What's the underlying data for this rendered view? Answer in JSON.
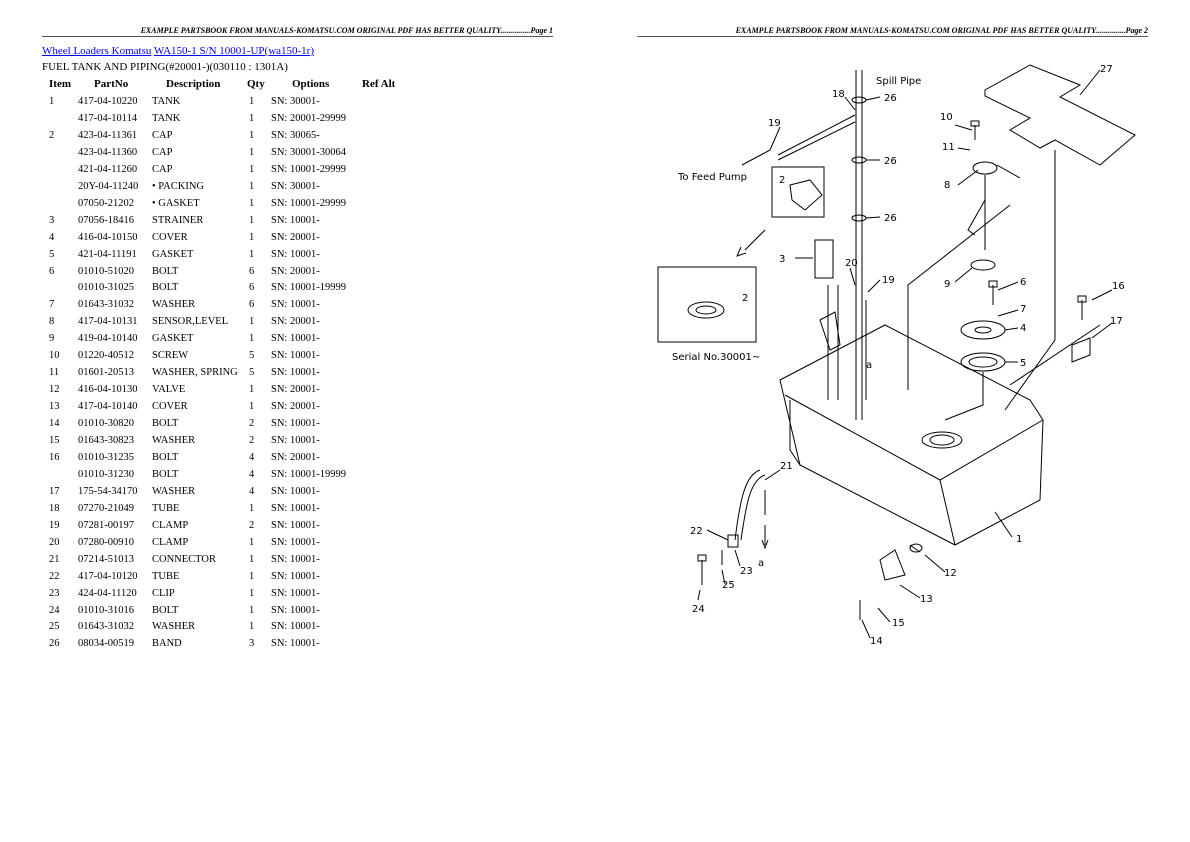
{
  "header_left": "EXAMPLE PARTSBOOK FROM MANUALS-KOMATSU.COM ORIGINAL PDF HAS BETTER QUALITY...............Page 1",
  "header_right": "EXAMPLE PARTSBOOK FROM MANUALS-KOMATSU.COM ORIGINAL PDF HAS BETTER QUALITY...............Page 2",
  "breadcrumb": {
    "link1": "Wheel Loaders Komatsu",
    "link2": "WA150-1 S/N 10001-UP(wa150-1r)"
  },
  "section_title": "FUEL TANK AND PIPING(#20001-)(030110 : 1301A)",
  "columns": [
    "Item",
    "PartNo",
    "Description",
    "Qty",
    "Options",
    "Ref Alt"
  ],
  "rows": [
    [
      "1",
      "417-04-10220",
      "TANK",
      "1",
      "SN: 30001-"
    ],
    [
      "",
      "417-04-10114",
      "TANK",
      "1",
      "SN: 20001-29999"
    ],
    [
      "2",
      "423-04-11361",
      "CAP",
      "1",
      "SN: 30065-"
    ],
    [
      "",
      "423-04-11360",
      "CAP",
      "1",
      "SN: 30001-30064"
    ],
    [
      "",
      "421-04-11260",
      "CAP",
      "1",
      "SN: 10001-29999"
    ],
    [
      "",
      "20Y-04-11240",
      "• PACKING",
      "1",
      "SN: 30001-"
    ],
    [
      "",
      "07050-21202",
      "• GASKET",
      "1",
      "SN: 10001-29999"
    ],
    [
      "3",
      "07056-18416",
      "STRAINER",
      "1",
      "SN: 10001-"
    ],
    [
      "4",
      "416-04-10150",
      "COVER",
      "1",
      "SN: 20001-"
    ],
    [
      "5",
      "421-04-11191",
      "GASKET",
      "1",
      "SN: 10001-"
    ],
    [
      "6",
      "01010-51020",
      "BOLT",
      "6",
      "SN: 20001-"
    ],
    [
      "",
      "01010-31025",
      "BOLT",
      "6",
      "SN: 10001-19999"
    ],
    [
      "7",
      "01643-31032",
      "WASHER",
      "6",
      "SN: 10001-"
    ],
    [
      "8",
      "417-04-10131",
      "SENSOR,LEVEL",
      "1",
      "SN: 20001-"
    ],
    [
      "9",
      "419-04-10140",
      "GASKET",
      "1",
      "SN: 10001-"
    ],
    [
      "10",
      "01220-40512",
      "SCREW",
      "5",
      "SN: 10001-"
    ],
    [
      "11",
      "01601-20513",
      "WASHER, SPRING",
      "5",
      "SN: 10001-"
    ],
    [
      "12",
      "416-04-10130",
      "VALVE",
      "1",
      "SN: 20001-"
    ],
    [
      "13",
      "417-04-10140",
      "COVER",
      "1",
      "SN: 20001-"
    ],
    [
      "14",
      "01010-30820",
      "BOLT",
      "2",
      "SN: 10001-"
    ],
    [
      "15",
      "01643-30823",
      "WASHER",
      "2",
      "SN: 10001-"
    ],
    [
      "16",
      "01010-31235",
      "BOLT",
      "4",
      "SN: 20001-"
    ],
    [
      "",
      "01010-31230",
      "BOLT",
      "4",
      "SN: 10001-19999"
    ],
    [
      "17",
      "175-54-34170",
      "WASHER",
      "4",
      "SN: 10001-"
    ],
    [
      "18",
      "07270-21049",
      "TUBE",
      "1",
      "SN: 10001-"
    ],
    [
      "19",
      "07281-00197",
      "CLAMP",
      "2",
      "SN: 10001-"
    ],
    [
      "20",
      "07280-00910",
      "CLAMP",
      "1",
      "SN: 10001-"
    ],
    [
      "21",
      "07214-51013",
      "CONNECTOR",
      "1",
      "SN: 10001-"
    ],
    [
      "22",
      "417-04-10120",
      "TUBE",
      "1",
      "SN: 10001-"
    ],
    [
      "23",
      "424-04-11120",
      "CLIP",
      "1",
      "SN: 10001-"
    ],
    [
      "24",
      "01010-31016",
      "BOLT",
      "1",
      "SN: 10001-"
    ],
    [
      "25",
      "01643-31032",
      "WASHER",
      "1",
      "SN: 10001-"
    ],
    [
      "26",
      "08034-00519",
      "BAND",
      "3",
      "SN: 10001-"
    ]
  ],
  "diagram": {
    "callouts": [
      "27",
      "18",
      "26",
      "10",
      "19",
      "11",
      "26",
      "2",
      "8",
      "26",
      "3",
      "20",
      "19",
      "9",
      "6",
      "16",
      "7",
      "17",
      "2",
      "4",
      "5",
      "a",
      "21",
      "1",
      "22",
      "23",
      "a",
      "25",
      "12",
      "13",
      "15",
      "24",
      "14"
    ],
    "notes": [
      "To Feed Pump",
      "Spill Pipe",
      "Serial No.30001~"
    ]
  }
}
